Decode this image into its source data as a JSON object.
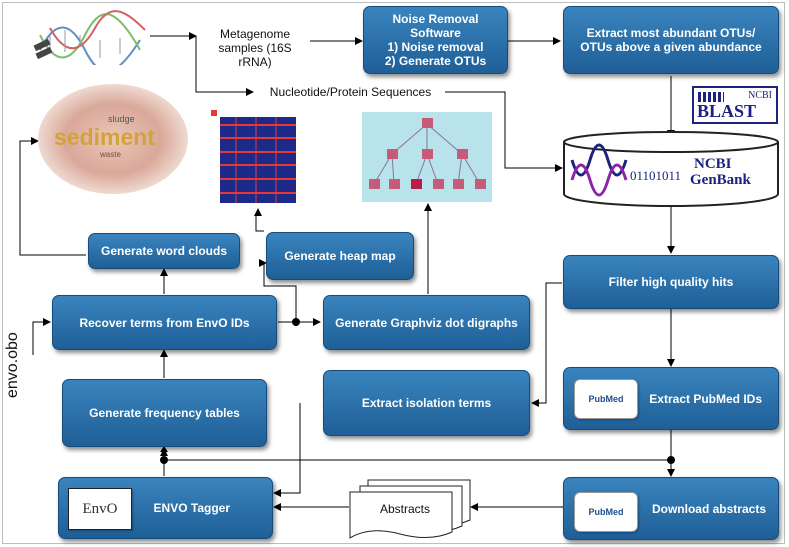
{
  "nodes": {
    "noise_removal": "Noise Removal\nSoftware\n1) Noise removal\n2) Generate OTUs",
    "extract_otus": "Extract most abundant OTUs/\nOTUs above a given abundance",
    "filter_hits": "Filter high quality hits",
    "extract_pubmed": "Extract PubMed IDs",
    "download_abstracts": "Download abstracts",
    "envo_tagger": "ENVO Tagger",
    "generate_frequency": "Generate frequency tables",
    "recover_terms": "Recover terms from EnvO IDs",
    "word_clouds": "Generate word clouds",
    "heap_map": "Generate heap map",
    "graphviz": "Generate Graphviz dot digraphs",
    "isolation_terms": "Extract isolation terms"
  },
  "labels": {
    "metagenome": "Metagenome\nsamples (16S rRNA)",
    "sequences": "Nucleotide/Protein Sequences",
    "abstracts": "Abstracts",
    "envo_obo": "envo.obo"
  },
  "logos": {
    "ncbi_blast_top": "NCBI",
    "ncbi_blast_bottom": "BLAST",
    "genbank_bits": "01101011",
    "genbank_line1": "NCBI",
    "genbank_line2": "GenBank",
    "pubmed_1": "PubMed",
    "pubmed_2": "PubMed",
    "envo_logo": "EnvO"
  },
  "word_cloud": {
    "main_word": "sediment",
    "small_word": "sludge",
    "small_word_2": "waste"
  },
  "colors": {
    "box_top": "#3a84be",
    "box_bottom": "#1f5f97",
    "arrow": "#000000",
    "ncbi_navy": "#1a237e",
    "cloud_word": "#d4a23a"
  }
}
